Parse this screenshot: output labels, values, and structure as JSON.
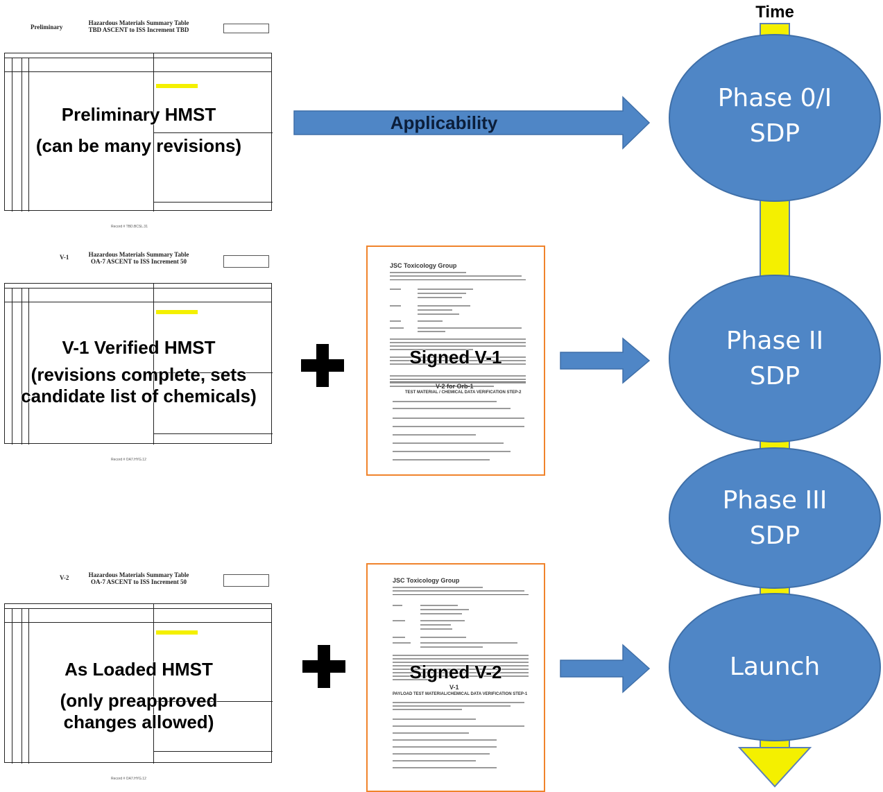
{
  "timeline": {
    "title": "Time",
    "phases": [
      {
        "line1": "Phase 0/I",
        "line2": "SDP"
      },
      {
        "line1": "Phase II",
        "line2": "SDP"
      },
      {
        "line1": "Phase III",
        "line2": "SDP"
      },
      {
        "line1": "Launch",
        "line2": ""
      }
    ],
    "colors": {
      "axis": "#f4f000",
      "oval": "#4f86c6",
      "arrow": "#4f86c6",
      "memo_border": "#f0832b"
    }
  },
  "arrows": {
    "applicability": "Applicability"
  },
  "rows": [
    {
      "form_prefix": "Preliminary",
      "form_title": "Hazardous Materials Summary Table",
      "form_subtitle": "TBD ASCENT to ISS Increment TBD",
      "label_lines": [
        "Preliminary HMST",
        "(can be many revisions)"
      ],
      "record": "Record #  TBD.BCSL.31"
    },
    {
      "form_prefix": "V-1",
      "form_title": "Hazardous Materials Summary Table",
      "form_subtitle": "OA-7 ASCENT to ISS Increment 50",
      "label_lines": [
        "V-1 Verified HMST",
        "(revisions complete, sets",
        "candidate list of chemicals)"
      ],
      "record": "Record #  OA7.HYG.12",
      "memo": {
        "org": "JSC Toxicology Group",
        "overlay": "Signed V-1",
        "heading": "V-2 for Orb-1",
        "subheading": "TEST MATERIAL / CHEMICAL DATA VERIFICATION STEP-2"
      }
    },
    {
      "form_prefix": "V-2",
      "form_title": "Hazardous Materials Summary Table",
      "form_subtitle": "OA-7 ASCENT to ISS Increment 50",
      "label_lines": [
        "As Loaded HMST",
        "(only preapproved",
        "changes allowed)"
      ],
      "record": "Record #  OA7.HYG.12",
      "memo": {
        "org": "JSC Toxicology Group",
        "overlay": "Signed V-2",
        "heading": "V-1",
        "subheading": "PAYLOAD TEST MATERIAL/CHEMICAL DATA VERIFICATION STEP-1"
      }
    }
  ]
}
